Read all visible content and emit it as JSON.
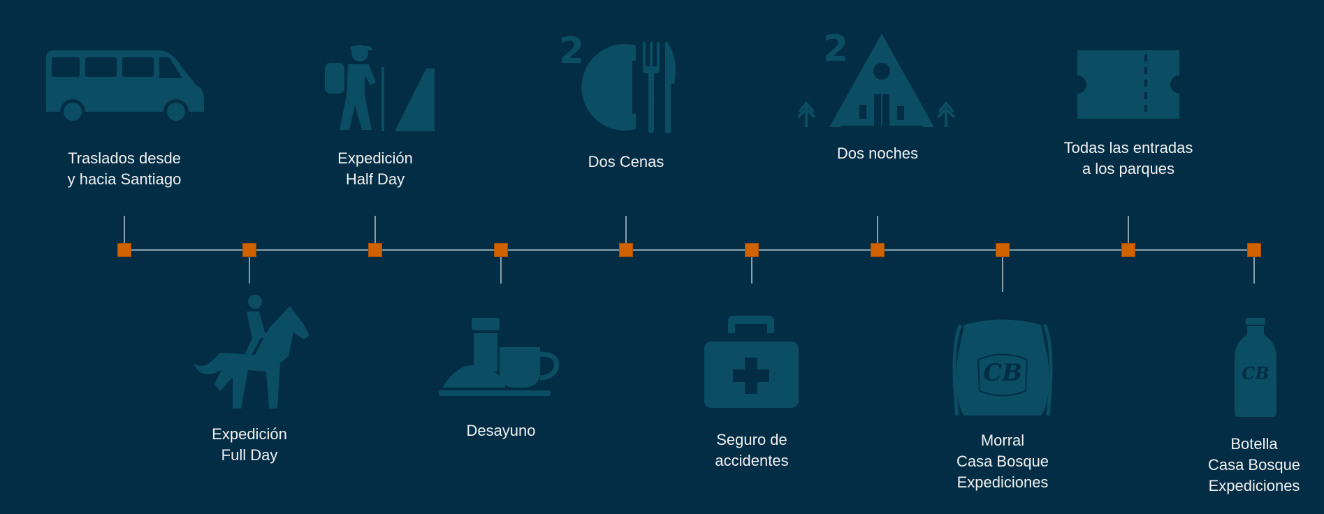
{
  "colors": {
    "background": "#022d45",
    "icon": "#0b4d62",
    "marker": "#d06200",
    "line": "#8aa0ab",
    "text": "#f2f2f2"
  },
  "items": [
    {
      "lines": [
        "Traslados desde",
        "y hacia Santiago"
      ],
      "icon": "van-icon",
      "position": "top"
    },
    {
      "lines": [
        "Expedición",
        "Full Day"
      ],
      "icon": "horse-rider-icon",
      "position": "bottom"
    },
    {
      "lines": [
        "Expedición",
        "Half Day"
      ],
      "icon": "hiker-icon",
      "position": "top"
    },
    {
      "lines": [
        "Desayuno"
      ],
      "icon": "breakfast-icon",
      "position": "bottom"
    },
    {
      "lines": [
        "Dos Cenas"
      ],
      "icon": "dinner-plate-icon",
      "position": "top",
      "badge": "2"
    },
    {
      "lines": [
        "Seguro de",
        "accidentes"
      ],
      "icon": "first-aid-kit-icon",
      "position": "bottom"
    },
    {
      "lines": [
        "Dos noches"
      ],
      "icon": "cabin-icon",
      "position": "top",
      "badge": "2"
    },
    {
      "lines": [
        "Morral",
        "Casa Bosque",
        "Expediciones"
      ],
      "icon": "backpack-icon",
      "position": "bottom",
      "logo": "CB"
    },
    {
      "lines": [
        "Todas las entradas",
        "a los parques"
      ],
      "icon": "ticket-icon",
      "position": "top"
    },
    {
      "lines": [
        "Botella",
        "Casa Bosque",
        "Expediciones"
      ],
      "icon": "bottle-icon",
      "position": "bottom",
      "logo": "CB"
    }
  ]
}
